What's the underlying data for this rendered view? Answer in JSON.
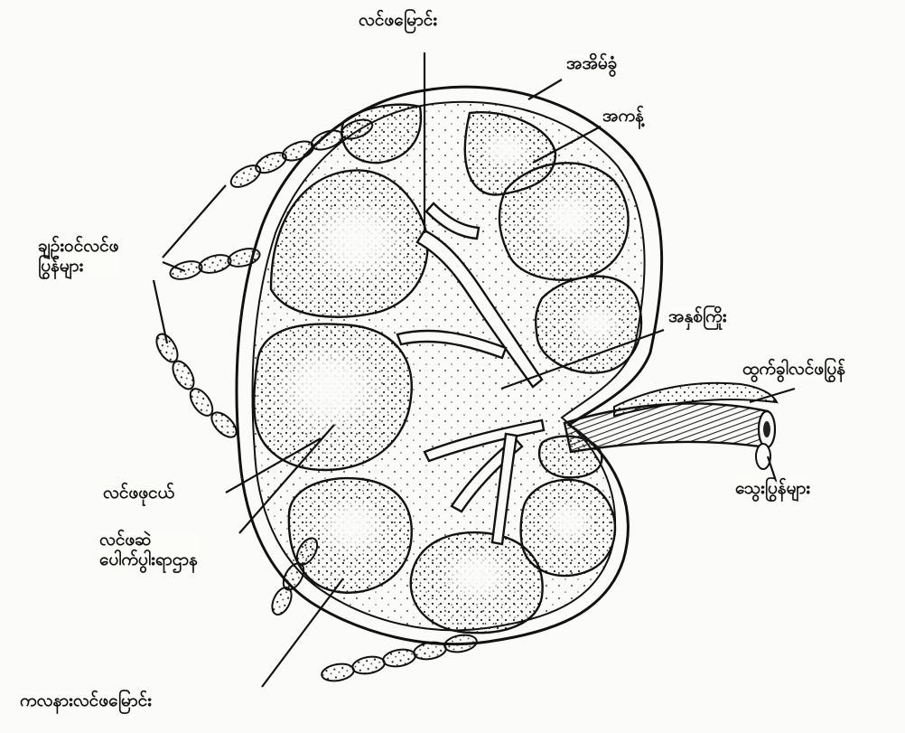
{
  "labels": {
    "lymph_sinus": "လင်ဖမြောင်း",
    "capsule": "အအိမ်ခွံ",
    "trabecula": "အကန့်",
    "afferent_lymph_vessels": "ချဉ်းဝင်လင်ဖ\nပြွန်များ",
    "medullary_cord": "အနှစ်ကြိုး",
    "efferent_lymph_vessel": "ထွက်ခွါလင်ဖပြွန်",
    "blood_vessels": "သွေးပြွန်များ",
    "lymph_nodule": "လင်ဖဖုငယ်",
    "germinal_center": "လင်ဖဆဲ\nပေါက်ပွါးရာဌာန",
    "subcapsular_sinus": "ကလနားလင်ဖမြောင်း"
  }
}
